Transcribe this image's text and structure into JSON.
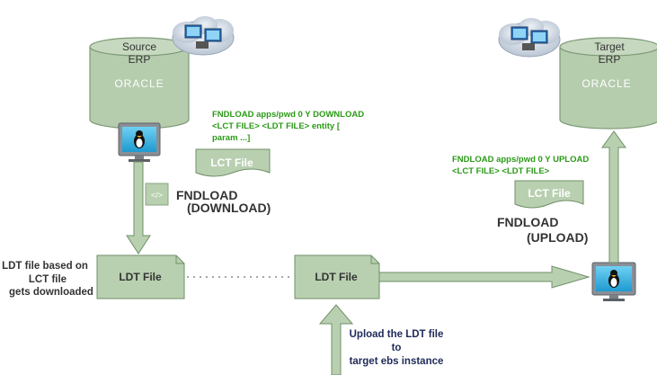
{
  "source_db": {
    "title_line1": "Source",
    "title_line2": "ERP",
    "brand": "ORACLE"
  },
  "target_db": {
    "title_line1": "Target",
    "title_line2": "ERP",
    "brand": "ORACLE"
  },
  "download_cmd": {
    "line1": "FNDLOAD apps/pwd 0 Y DOWNLOAD",
    "line2": "<LCT FILE> <LDT FILE> entity [",
    "line3": "param ...]"
  },
  "upload_cmd": {
    "line1": "FNDLOAD apps/pwd 0 Y UPLOAD",
    "line2": "<LCT FILE> <LDT FILE>"
  },
  "lct_file_left": "LCT File",
  "lct_file_right": "LCT File",
  "fndload_download": {
    "line1": "FNDLOAD",
    "line2": "(DOWNLOAD)"
  },
  "fndload_upload": {
    "line1": "FNDLOAD",
    "line2": "(UPLOAD)"
  },
  "code_icon_label": "</>",
  "ldt_left": "LDT File",
  "ldt_right": "LDT File",
  "ldt_note": {
    "line1": "LDT file based on",
    "line2": "LCT file",
    "line3": "gets downloaded"
  },
  "upload_note": {
    "line1": "Upload the LDT file",
    "line2": "to",
    "line3": "target ebs instance"
  },
  "colors": {
    "shape_fill": "#b9d0b0",
    "shape_stroke": "#6f8f68",
    "cylinder_fill": "#b5ccad",
    "command_text": "#2a9a16",
    "note_text": "#1f2a5a",
    "heading_text": "#333333"
  },
  "icons": [
    "cloud-computer-icon",
    "linux-monitor-icon",
    "code-icon"
  ]
}
